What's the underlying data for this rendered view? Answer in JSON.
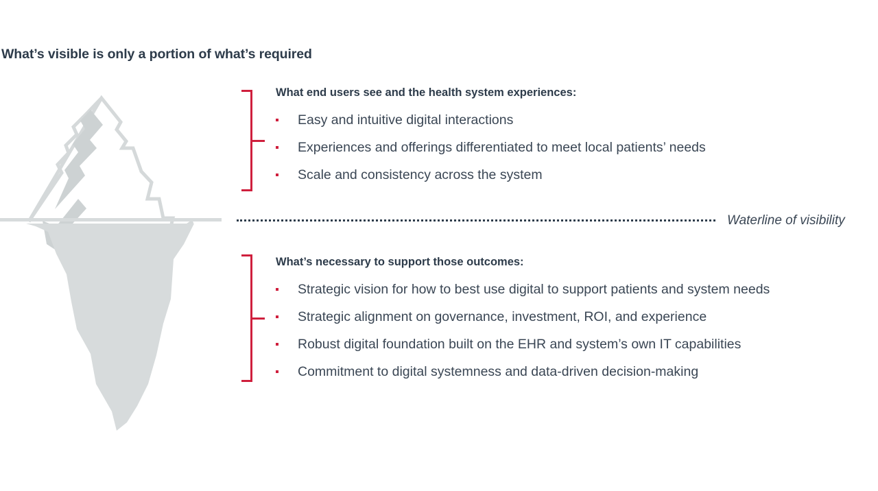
{
  "title": "What’s visible is only a portion of what’s required",
  "colors": {
    "accent_red": "#cf1f3d",
    "text_dark": "#2d3b4a",
    "iceberg_grey": "#d7dbdc",
    "iceberg_shade": "#cdd2d3"
  },
  "waterline": {
    "label": "Waterline of visibility"
  },
  "above_water": {
    "heading": "What end users see and the health system experiences:",
    "bullets": [
      "Easy and intuitive digital interactions",
      "Experiences and offerings differentiated to meet local patients’ needs",
      "Scale and consistency across the system"
    ]
  },
  "below_water": {
    "heading": "What’s necessary to support those outcomes:",
    "bullets": [
      "Strategic vision for how to best use digital to support patients and system needs",
      "Strategic alignment on governance, investment, ROI, and experience",
      "Robust digital foundation built on the EHR and system’s own IT capabilities",
      "Commitment to digital systemness and data-driven decision-making"
    ]
  },
  "graphic": {
    "name": "iceberg-illustration",
    "tip_label": "iceberg-tip-above-water",
    "body_label": "iceberg-mass-below-water",
    "waterline_bar_label": "iceberg-waterline-bar"
  }
}
